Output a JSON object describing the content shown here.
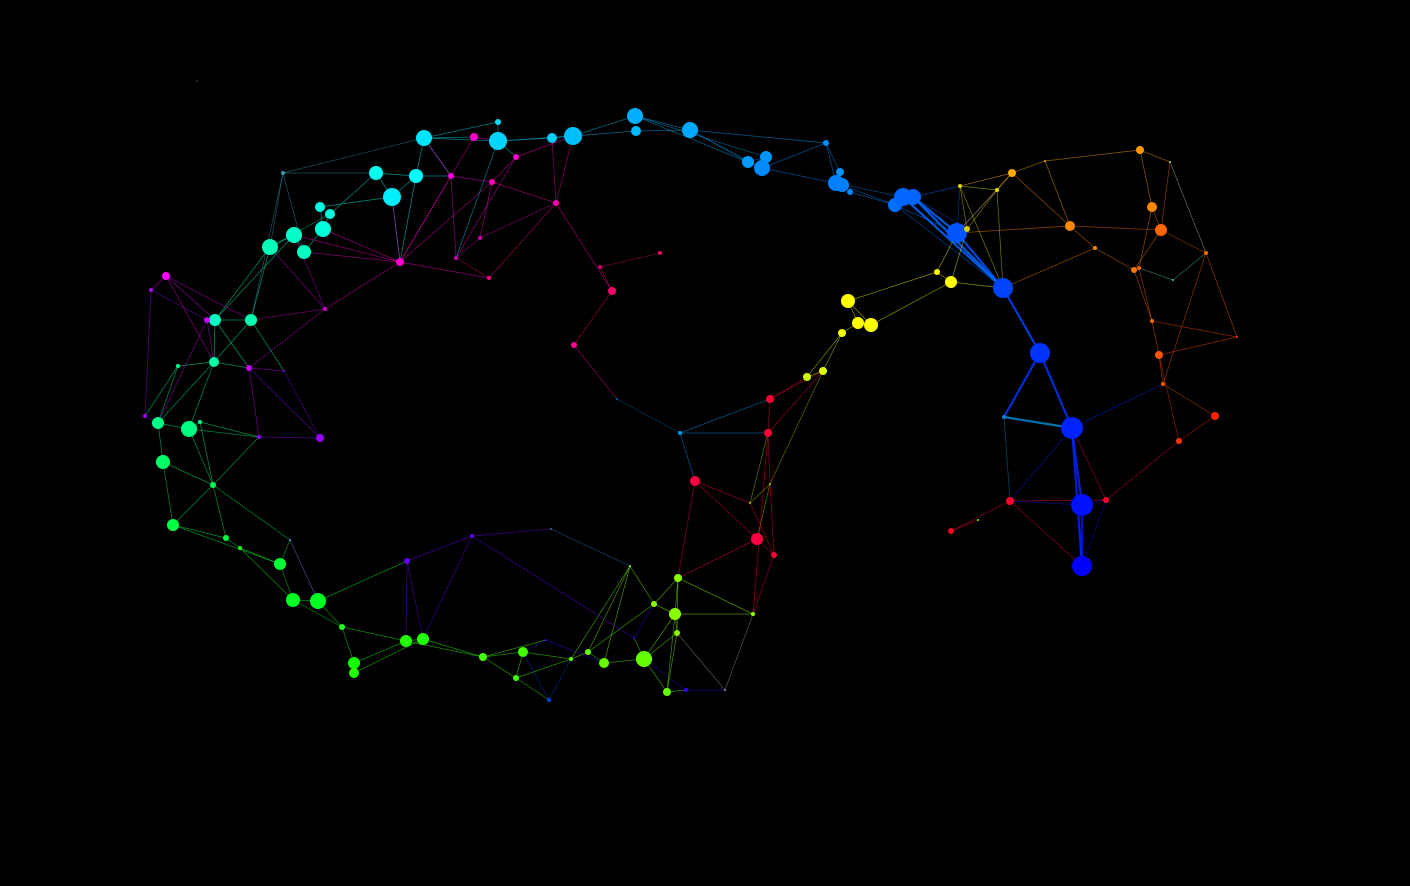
{
  "graph": {
    "background_color": "#000000",
    "nodes": [
      {
        "id": "n0",
        "color": "#ff00ff",
        "size": 3
      },
      {
        "id": "n1",
        "color": "#00ffff",
        "size": 3
      }
    ],
    "edges": []
  }
}
